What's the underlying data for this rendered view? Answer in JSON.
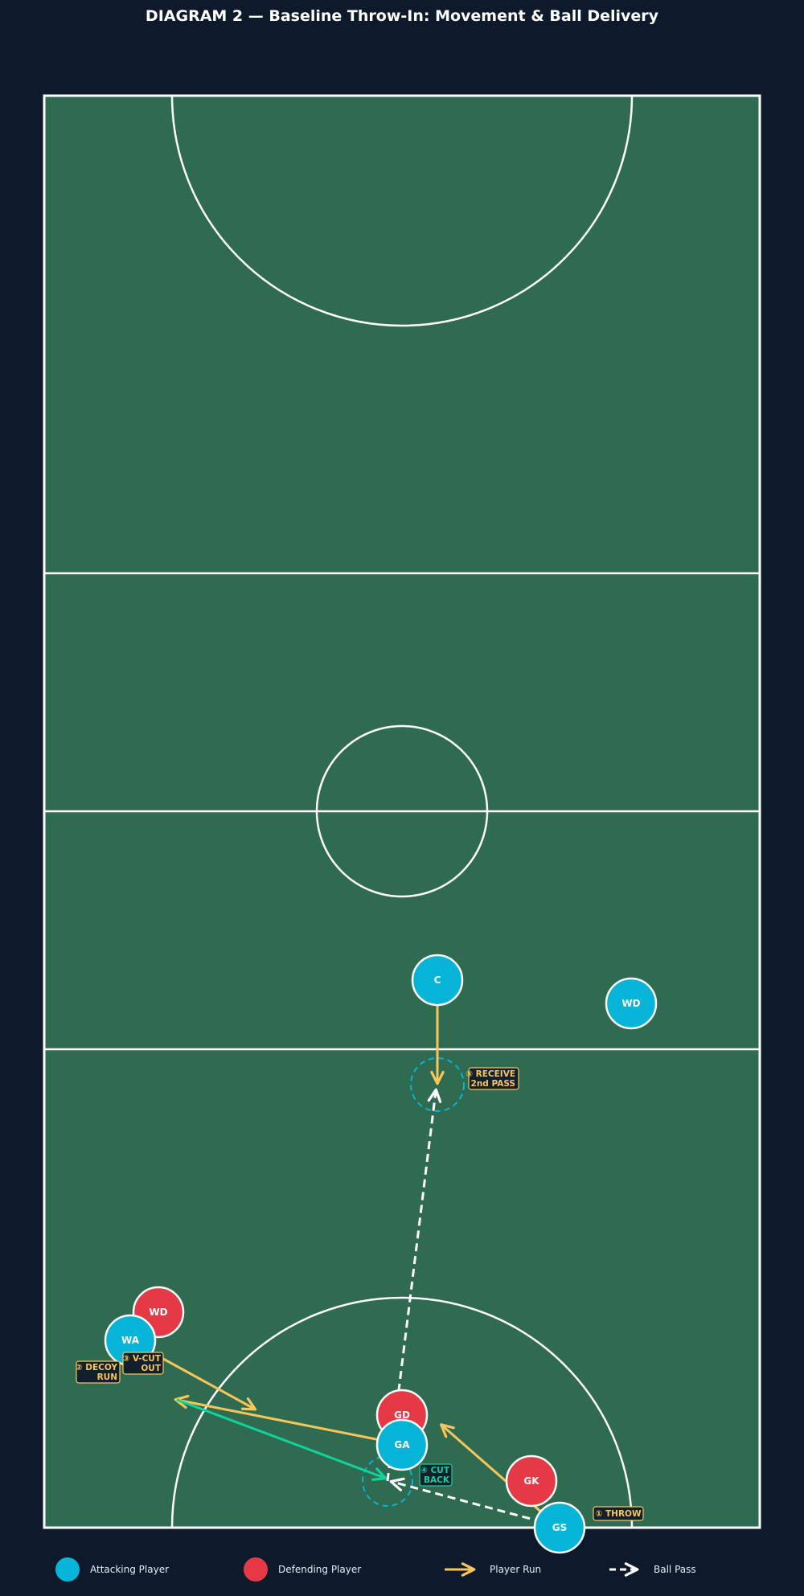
{
  "title": "DIAGRAM 2 — Baseline Throw-In: Movement & Ball Delivery",
  "colors": {
    "background": "#0e1a2b",
    "court": "#2f6b50",
    "lines": "#ffffff",
    "attacking": "#06b4d8",
    "defending": "#e63946",
    "run": "#f7c55a",
    "cut": "#10d39a",
    "pass": "#ffffff"
  },
  "players": [
    {
      "id": "c",
      "team": "attacking",
      "label": "C"
    },
    {
      "id": "wd-att",
      "team": "attacking",
      "label": "WD"
    },
    {
      "id": "wd-def",
      "team": "defending",
      "label": "WD"
    },
    {
      "id": "wa",
      "team": "attacking",
      "label": "WA"
    },
    {
      "id": "gd",
      "team": "defending",
      "label": "GD"
    },
    {
      "id": "ga",
      "team": "attacking",
      "label": "GA"
    },
    {
      "id": "gk",
      "team": "defending",
      "label": "GK"
    },
    {
      "id": "gs",
      "team": "attacking",
      "label": "GS"
    }
  ],
  "callouts": [
    {
      "id": "throw",
      "lines": [
        "① THROW"
      ],
      "style": "run"
    },
    {
      "id": "decoy",
      "lines": [
        "② DECOY",
        "RUN"
      ],
      "style": "run"
    },
    {
      "id": "vcut",
      "lines": [
        "③ V-CUT",
        "OUT"
      ],
      "style": "run"
    },
    {
      "id": "cutback",
      "lines": [
        "④ CUT",
        "BACK"
      ],
      "style": "cut"
    },
    {
      "id": "receive",
      "lines": [
        "⑤ RECEIVE",
        "2nd PASS"
      ],
      "style": "run"
    }
  ],
  "legend": [
    {
      "id": "attacking",
      "label": "Attacking Player"
    },
    {
      "id": "defending",
      "label": "Defending Player"
    },
    {
      "id": "run",
      "label": "Player Run"
    },
    {
      "id": "pass",
      "label": "Ball Pass"
    }
  ]
}
